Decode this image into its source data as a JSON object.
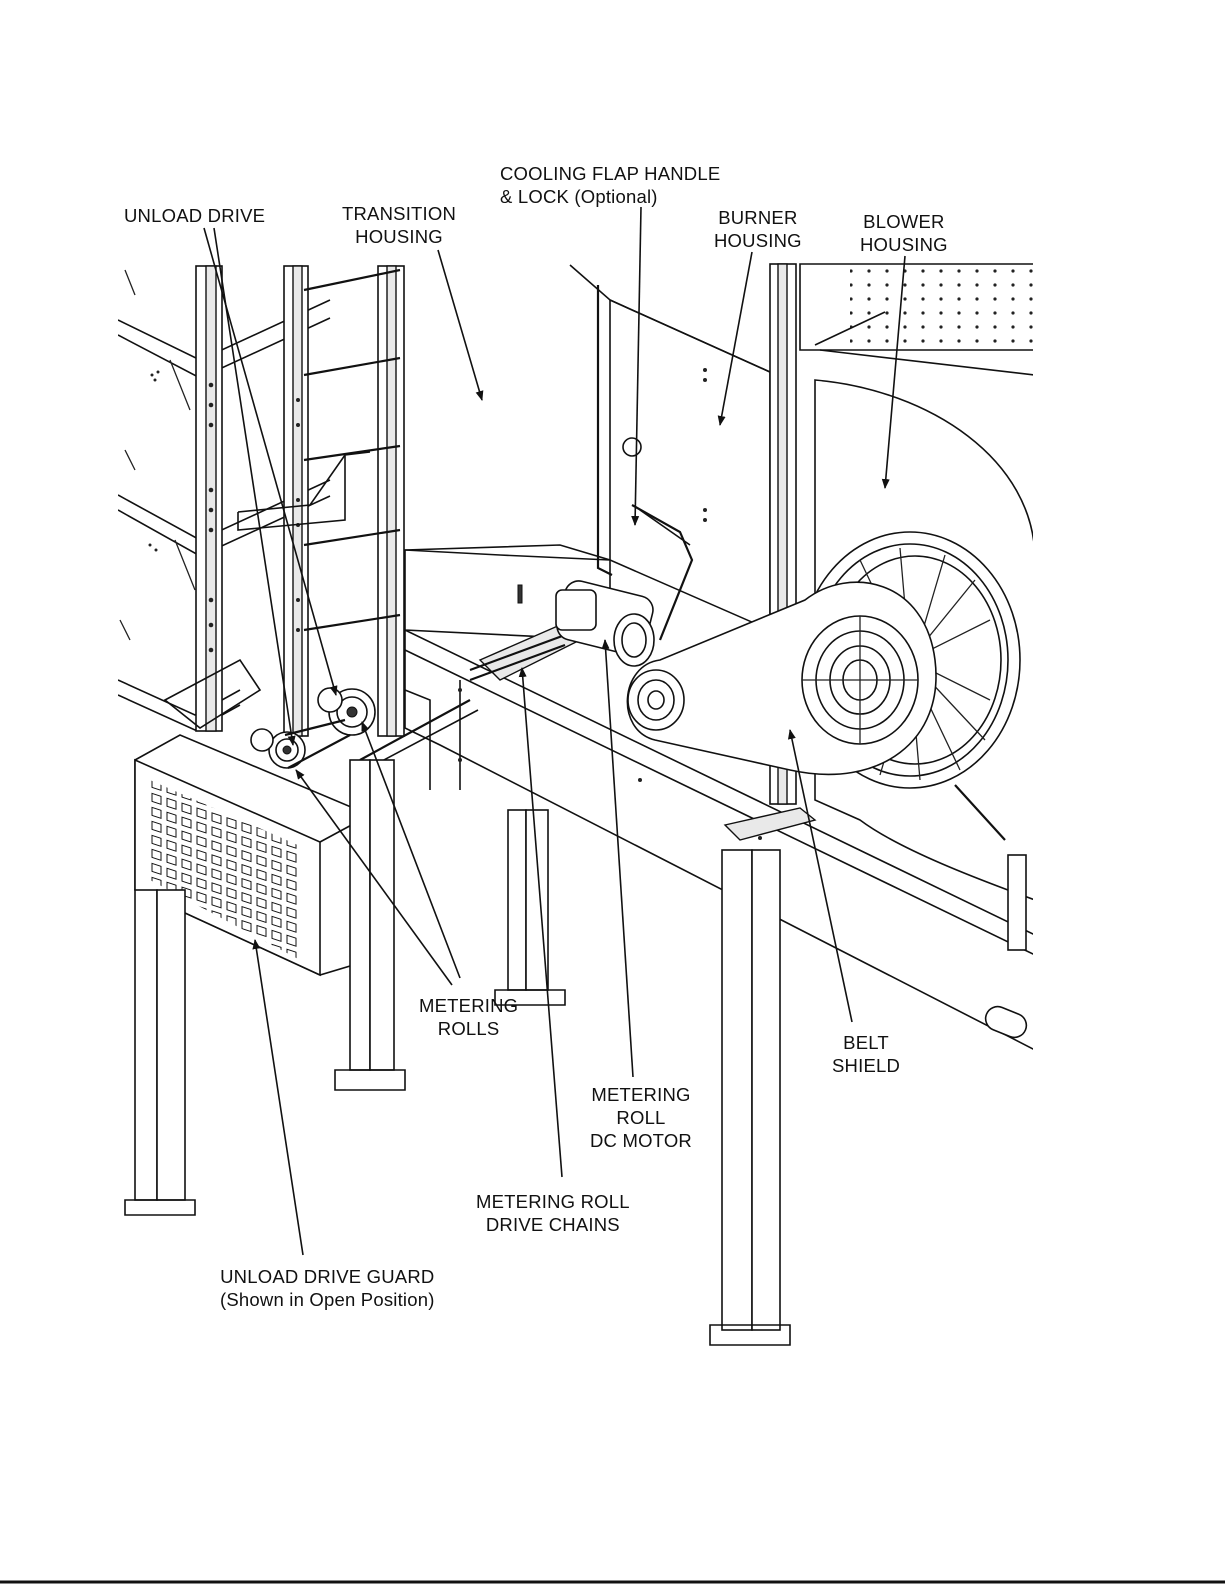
{
  "labels": {
    "unload_drive": [
      "UNLOAD DRIVE"
    ],
    "transition_housing": [
      "TRANSITION",
      "HOUSING"
    ],
    "cooling_flap": [
      "COOLING FLAP HANDLE",
      "& LOCK (Optional)"
    ],
    "burner_housing": [
      "BURNER",
      "HOUSING"
    ],
    "blower_housing": [
      "BLOWER",
      "HOUSING"
    ],
    "metering_rolls": [
      "METERING",
      "ROLLS"
    ],
    "belt_shield": [
      "BELT",
      "SHIELD"
    ],
    "metering_roll_dc_motor": [
      "METERING",
      "ROLL",
      "DC MOTOR"
    ],
    "metering_roll_drive_chains": [
      "METERING ROLL",
      "DRIVE CHAINS"
    ],
    "unload_drive_guard": [
      "UNLOAD DRIVE GUARD",
      "(Shown in Open Position)"
    ]
  }
}
